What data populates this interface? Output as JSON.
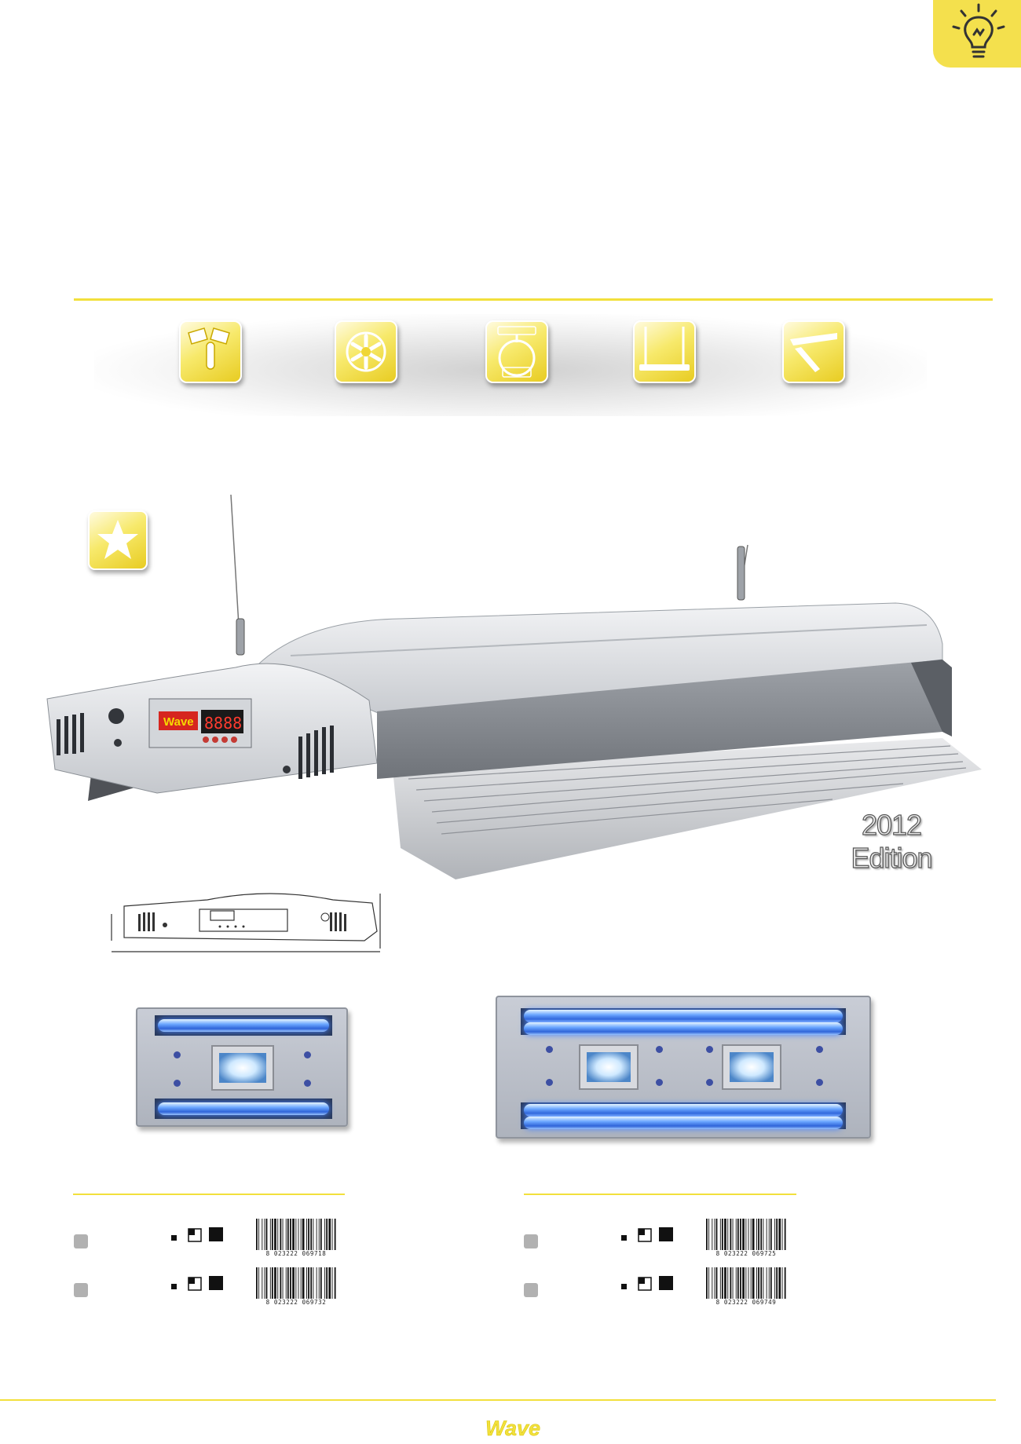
{
  "icons": {
    "corner": "lightbulb-icon",
    "features": [
      "lamp-reflector-icon",
      "cooling-fan-icon",
      "digital-timer-icon",
      "suspension-kit-icon",
      "reflector-wing-icon"
    ],
    "badge": "star-icon"
  },
  "colors": {
    "accent_yellow": "#f4e04d",
    "rule_yellow": "#f2e03c",
    "tube_blue": "#3f78ff",
    "brand_red": "#d6261f",
    "brand_yellow": "#f5d900"
  },
  "product": {
    "edition_year": "2012",
    "edition_word": "Edition"
  },
  "catalog": {
    "left": [
      {
        "barcode_digits": "8 023222 069718"
      },
      {
        "barcode_digits": "8 023222 069732"
      }
    ],
    "right": [
      {
        "barcode_digits": "8 023222 069725"
      },
      {
        "barcode_digits": "8 023222 069749"
      }
    ]
  },
  "footer": {
    "logo_text": "Wave"
  }
}
